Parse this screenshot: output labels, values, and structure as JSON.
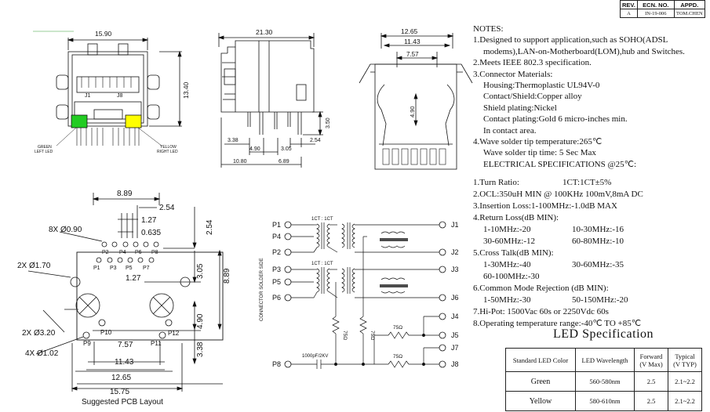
{
  "revision_block": {
    "headers": [
      "REV.",
      "ECN. NO.",
      "APPD."
    ],
    "values": [
      "A",
      "IN-19-006",
      "TOM.CHEN"
    ]
  },
  "front_view": {
    "width_dim": "15.90",
    "height_dim": "13.40",
    "pin_labels": [
      "J1",
      "J8"
    ],
    "green_led_label": [
      "GREEN",
      "LEFT LED"
    ],
    "yellow_led_label": [
      "YELLOW",
      "RIGHT LED"
    ],
    "colors": {
      "green": "#22cc22",
      "yellow": "#ffff00"
    }
  },
  "side_view": {
    "dims": [
      "21.30",
      "3.50",
      "3.38",
      "4.90",
      "3.05",
      "2.54",
      "10.80",
      "6.89"
    ]
  },
  "end_view": {
    "dims": [
      "12.65",
      "11.43",
      "7.57",
      "4.90"
    ]
  },
  "pcb_layout": {
    "dims": [
      "8.89",
      "2.54",
      "1.27",
      "0.635",
      "2.54",
      "3.05",
      "8.89",
      "1.27",
      "4.90",
      "3.38",
      "7.57",
      "11.43",
      "12.65",
      "15.75"
    ],
    "hole_labels": [
      "8X Ø0.90",
      "2X Ø1.70",
      "2X Ø3.20",
      "4X Ø1.02"
    ],
    "pin_labels_top": [
      "P2",
      "P4",
      "P6",
      "P8"
    ],
    "pin_labels_bottom": [
      "P1",
      "P3",
      "P5",
      "P7"
    ],
    "pad_labels": [
      "P10",
      "P9",
      "P11",
      "P12"
    ],
    "caption": "Suggested PCB Layout"
  },
  "schematic": {
    "side_label": "CONNECTOR SOLDER SIDE",
    "ratio_labels": [
      "1CT : 1CT",
      "1CT : 1CT"
    ],
    "left_pins": [
      "P1",
      "P4",
      "P2",
      "P3",
      "P5",
      "P6",
      "P8"
    ],
    "right_pins": [
      "J1",
      "J2",
      "J3",
      "J6",
      "J4",
      "J5",
      "J7",
      "J8"
    ],
    "resistor_labels": [
      "75Ω",
      "75Ω",
      "75Ω",
      "75Ω"
    ],
    "cap_label": "1000pF/2KV"
  },
  "notes": {
    "heading": "NOTES:",
    "lines": [
      "1.Designed to support application,such as SOHO(ADSL",
      "modems),LAN-on-Motherboard(LOM),hub and Switches.",
      "2.Meets IEEE 802.3  specification.",
      "3.Connector Materials:",
      "Housing:Thermoplastic UL94V-0",
      "Contact/Shield:Copper alloy",
      "Shield plating:Nickel",
      "Contact plating:Gold 6 micro-inches min.",
      "In contact area.",
      "4.Wave solder tip temperature:265℃",
      "Wave solder tip time: 5 Sec Max",
      "ELECTRICAL SPECIFICATIONS @25℃:"
    ]
  },
  "electrical": {
    "turn_ratio": [
      "1.Turn Ratio:",
      "1CT:1CT±5%"
    ],
    "ocl": "2.OCL:350uH MIN @ 100KHz 100mV,8mA DC",
    "insertion": "3.Insertion Loss:1-100MHz:-1.0dB MAX",
    "return_loss": "4.Return Loss(dB MIN):",
    "rl_rows": [
      [
        "1-10MHz:-20",
        "10-30MHz:-16"
      ],
      [
        "30-60MHz:-12",
        "60-80MHz:-10"
      ]
    ],
    "cross_talk": "5.Cross Talk(dB MIN):",
    "ct_rows": [
      [
        "1-30MHz:-40",
        "30-60MHz:-35"
      ]
    ],
    "ct_extra": "60-100MHz:-30",
    "cmr": "6.Common Mode Rejection (dB MIN):",
    "cmr_rows": [
      [
        "1-50MHz:-30",
        "50-150MHz:-20"
      ]
    ],
    "hipot": "7.Hi-Pot:  1500Vac 60s or 2250Vdc 60s",
    "op_temp": "8.Operating temperature range:-40℃ TO +85℃"
  },
  "led_spec": {
    "title": "LED Specification",
    "headers": [
      "Standard LED Color",
      "LED Wavelength",
      "Forward (V Max)",
      "Typical (V TYP)"
    ],
    "rows": [
      [
        "Green",
        "560-580nm",
        "2.5",
        "2.1~2.2"
      ],
      [
        "Yellow",
        "580-610nm",
        "2.5",
        "2.1~2.2"
      ]
    ]
  }
}
